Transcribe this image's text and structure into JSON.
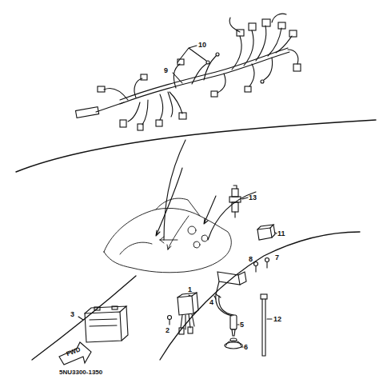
{
  "diagram": {
    "labels": [
      "10",
      "9",
      "13",
      "11",
      "8",
      "7",
      "1",
      "4",
      "3",
      "2",
      "5",
      "6",
      "12",
      "FWD",
      "5NU3300-1350"
    ]
  }
}
